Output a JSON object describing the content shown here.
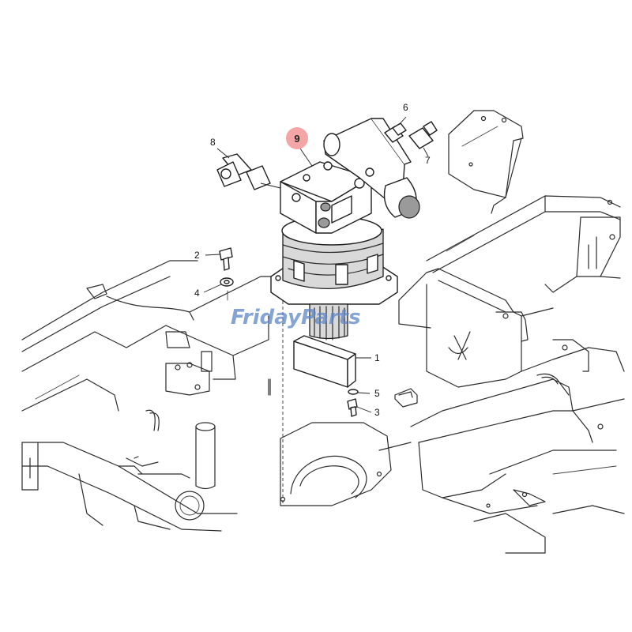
{
  "diagram": {
    "watermark": "FridayParts",
    "highlighted_callout": "9",
    "highlight_color": "#f4a6a6",
    "accent_color": "#5d86c7",
    "callouts": [
      "1",
      "2",
      "3",
      "4",
      "5",
      "6",
      "7",
      "8"
    ]
  }
}
